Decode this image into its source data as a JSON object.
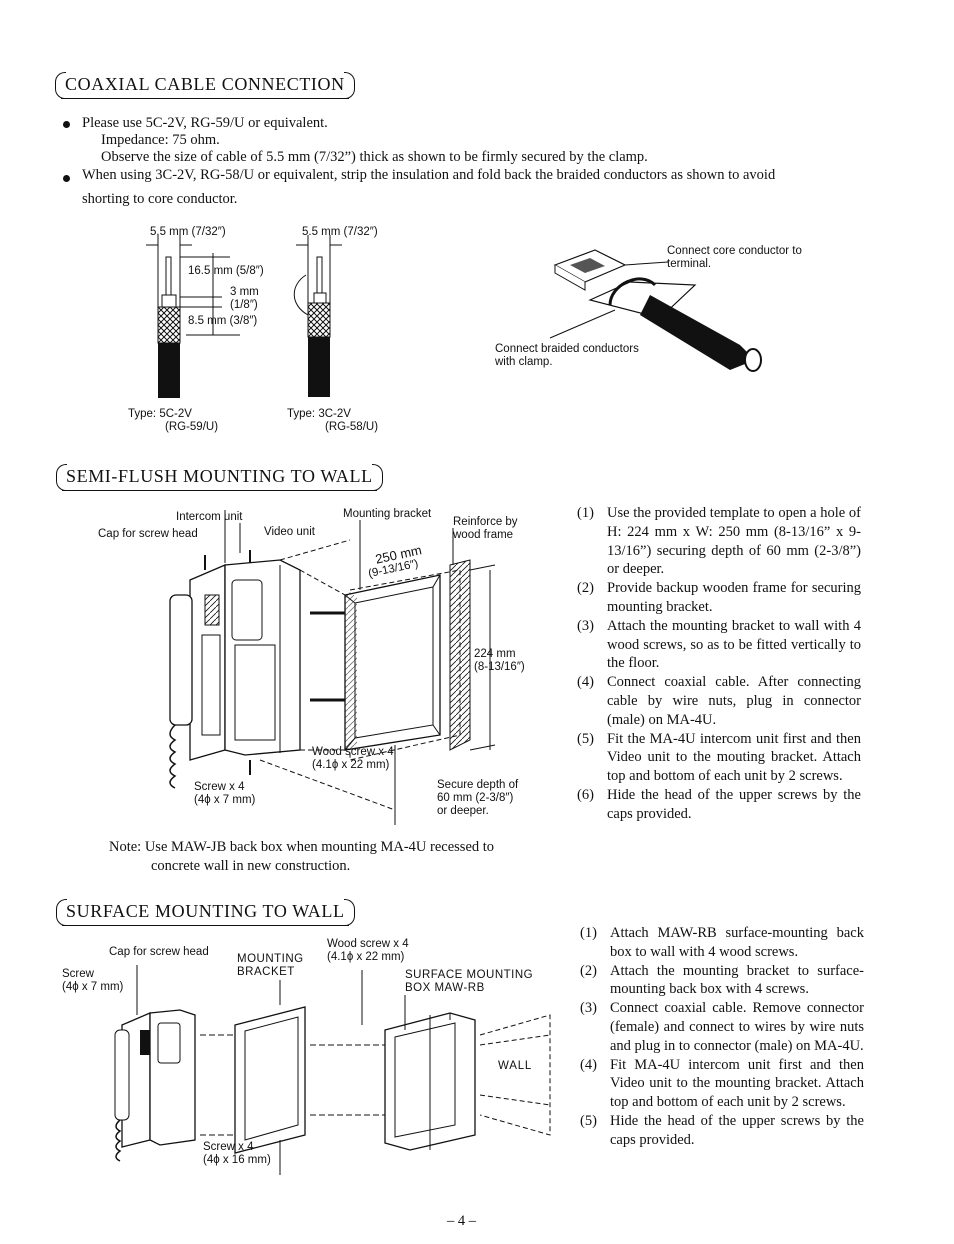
{
  "sections": {
    "coax": {
      "title": "COAXIAL CABLE CONNECTION",
      "bullet1_line1": "Please use 5C-2V, RG-59/U or equivalent.",
      "bullet1_line2": "Impedance: 75 ohm.",
      "bullet1_line3": "Observe the size of cable of 5.5 mm (7/32”) thick as shown to be firmly secured by the clamp.",
      "bullet2_line1": "When using 3C-2V, RG-58/U or equivalent, strip the insulation and fold back the braided conductors as shown to avoid",
      "bullet2_line2": "shorting to core conductor.",
      "fig": {
        "dim1": "5.5 mm (7/32″)",
        "dim2": "5.5 mm (7/32″)",
        "dim_165": "16.5 mm (5/8″)",
        "dim_3": "3 mm",
        "dim_3b": "(1/8″)",
        "dim_85": "8.5 mm (3/8″)",
        "type1_a": "Type: 5C-2V",
        "type1_b": "(RG-59/U)",
        "type2_a": "Type: 3C-2V",
        "type2_b": "(RG-58/U)",
        "core_a": "Connect core conductor to",
        "core_b": "terminal.",
        "braid_a": "Connect braided conductors",
        "braid_b": "with clamp."
      }
    },
    "semi": {
      "title": "SEMI-FLUSH MOUNTING TO WALL",
      "labels": {
        "intercom_unit": "Intercom unit",
        "cap_screw": "Cap for screw head",
        "video_unit": "Video unit",
        "mounting_bracket": "Mounting bracket",
        "reinforce_a": "Reinforce by",
        "reinforce_b": "wood frame",
        "w250": "250 mm",
        "w250b": "(9-13/16″)",
        "h224": "224 mm",
        "h224b": "(8-13/16″)",
        "wood_screw": "Wood screw x 4",
        "wood_screw_b": "(4.1ϕ x 22 mm)",
        "screw": "Screw x 4",
        "screw_b": "(4ϕ x 7 mm)",
        "secure_a": "Secure depth of",
        "secure_b": "60 mm (2-3/8″)",
        "secure_c": "or deeper."
      },
      "note_line1": "Note: Use MAW-JB back box when mounting MA-4U recessed to",
      "note_line2": "concrete wall in new construction.",
      "steps": [
        {
          "num": "(1)",
          "text": "Use the provided template to open a hole of H: 224 mm x W: 250 mm (8-13/16” x 9-13/16”) securing depth of 60 mm (2-3/8”) or deeper."
        },
        {
          "num": "(2)",
          "text": "Provide backup wooden frame for securing mounting bracket."
        },
        {
          "num": "(3)",
          "text": "Attach the mounting bracket to wall with 4 wood screws, so as to be fitted vertically to the floor."
        },
        {
          "num": "(4)",
          "text": "Connect coaxial cable. After connecting cable by wire nuts, plug in connector (male) on MA-4U."
        },
        {
          "num": "(5)",
          "text": "Fit the MA-4U intercom unit first and then Video unit to the mouting bracket. Attach top and bottom of each unit by 2 screws."
        },
        {
          "num": "(6)",
          "text": "Hide the head of the upper screws by the caps provided."
        }
      ]
    },
    "surface": {
      "title": "SURFACE MOUNTING TO WALL",
      "labels": {
        "cap_screw": "Cap for screw head",
        "mounting": "MOUNTING",
        "bracket": "BRACKET",
        "wood_screw": "Wood screw x 4",
        "wood_screw_b": "(4.1ϕ x 22 mm)",
        "screw": "Screw",
        "screw_b": "(4ϕ x 7 mm)",
        "sfc_a": "SURFACE MOUNTING",
        "sfc_b": "BOX MAW-RB",
        "wall": "WALL",
        "screw4": "Screw x 4",
        "screw4_b": "(4ϕ x 16 mm)"
      },
      "steps": [
        {
          "num": "(1)",
          "text": "Attach MAW-RB surface-mounting back box to wall with 4 wood screws."
        },
        {
          "num": "(2)",
          "text": "Attach the mounting bracket to surface-mounting back box with 4 screws."
        },
        {
          "num": "(3)",
          "text": "Connect coaxial cable. Remove connector (female) and connect to wires by wire nuts and plug in to connector (male) on MA-4U."
        },
        {
          "num": "(4)",
          "text": "Fit MA-4U intercom unit first and then Video unit to the mounting bracket. Attach top and bottom of each unit by 2 screws."
        },
        {
          "num": "(5)",
          "text": "Hide the head of the upper screws by the caps provided."
        }
      ]
    }
  },
  "page_number": "– 4 –"
}
